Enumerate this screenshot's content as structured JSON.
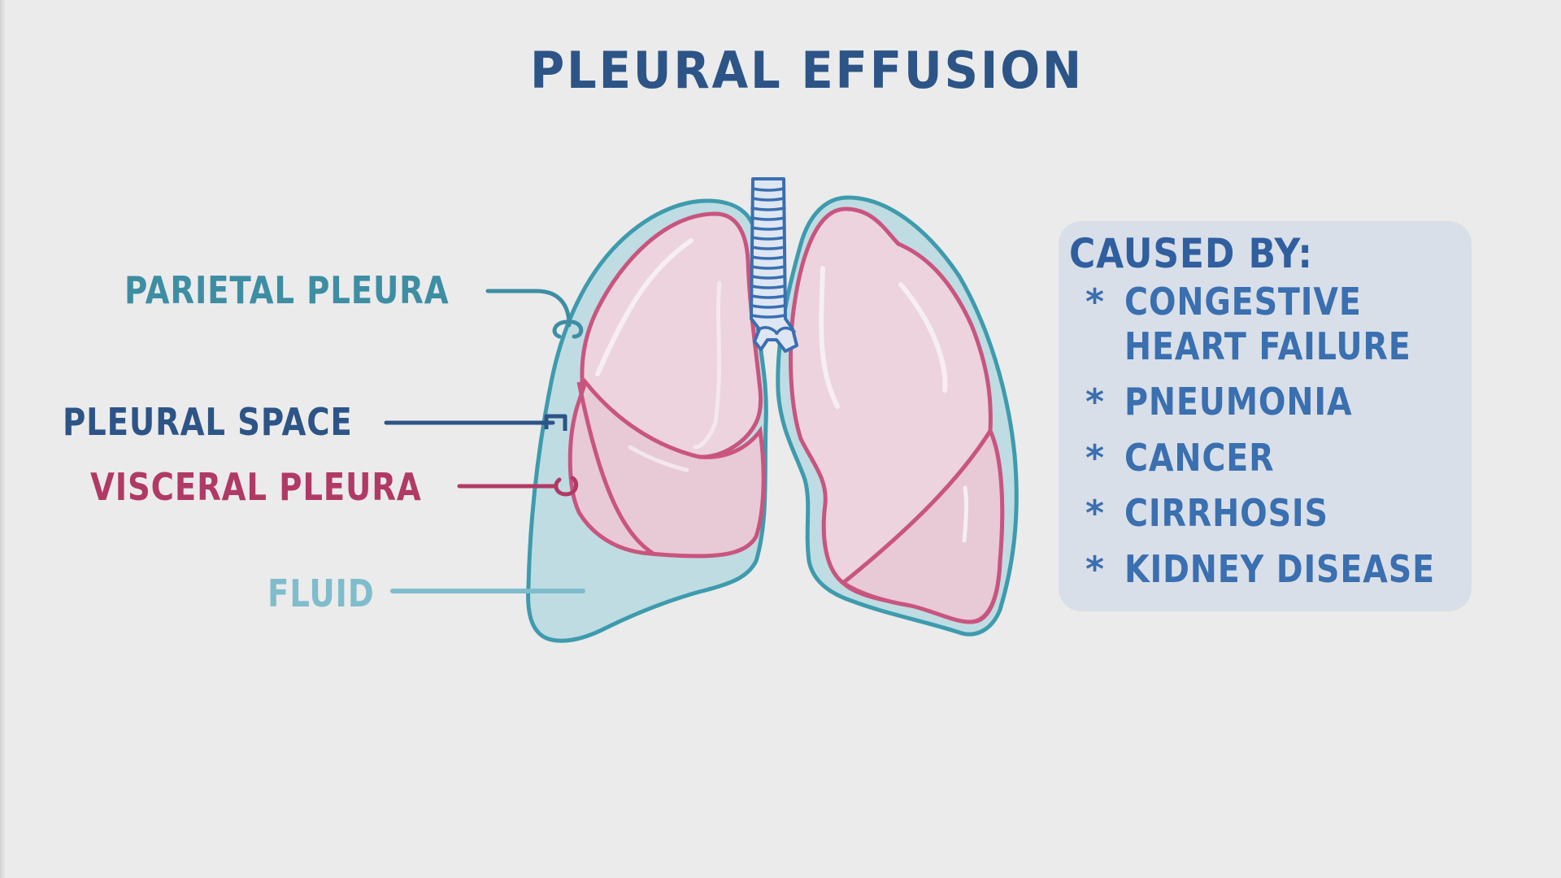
{
  "title": "PLEURAL EFFUSION",
  "labels": {
    "parietal_pleura": "PARIETAL PLEURA",
    "pleural_space": "PLEURAL SPACE",
    "visceral_pleura": "VISCERAL PLEURA",
    "fluid": "FLUID"
  },
  "causes": {
    "heading": "CAUSED BY:",
    "bullet": "*",
    "items": [
      {
        "line1": "CONGESTIVE",
        "line2": "HEART FAILURE"
      },
      {
        "line1": "PNEUMONIA"
      },
      {
        "line1": "CANCER"
      },
      {
        "line1": "CIRRHOSIS"
      },
      {
        "line1": "KIDNEY DISEASE"
      }
    ]
  },
  "colors": {
    "background": "#ebebeb",
    "title": "#2d5486",
    "parietal": "#3e8ea3",
    "visceral": "#c9557f",
    "pleural_space": "#2d5486",
    "fluid": "#bfdce2",
    "lung_fill": "#ecd3de",
    "panel": "#d9dfe8",
    "causes_text": "#3a6fb0"
  }
}
